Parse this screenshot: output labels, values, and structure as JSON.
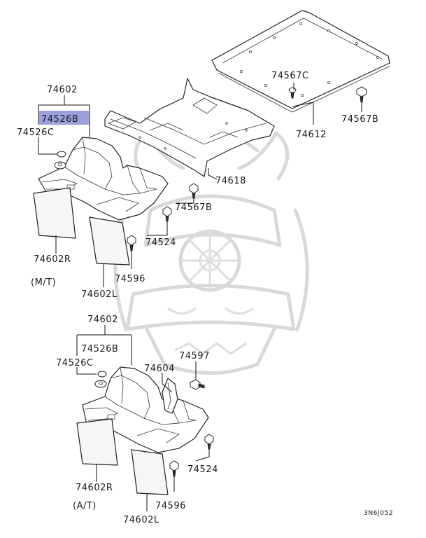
{
  "diagram_code": "3N6J052",
  "highlight": {
    "part_number": "74526B",
    "color": "#8a8fd6"
  },
  "mt_group": {
    "variant_label": "(M/T)",
    "parts": {
      "p74602": "74602",
      "p74526B": "74526B",
      "p74526C": "74526C",
      "p74602R": "74602R",
      "p74602L": "74602L",
      "p74596": "74596",
      "p74524": "74524",
      "p74567B_mid": "74567B",
      "p74618": "74618",
      "p74567C": "74567C",
      "p74567B_top": "74567B",
      "p74612": "74612"
    }
  },
  "at_group": {
    "variant_label": "(A/T)",
    "parts": {
      "p74602": "74602",
      "p74526B": "74526B",
      "p74526C": "74526C",
      "p74604": "74604",
      "p74597": "74597",
      "p74524": "74524",
      "p74602R": "74602R",
      "p74596": "74596",
      "p74602L": "74602L"
    }
  }
}
